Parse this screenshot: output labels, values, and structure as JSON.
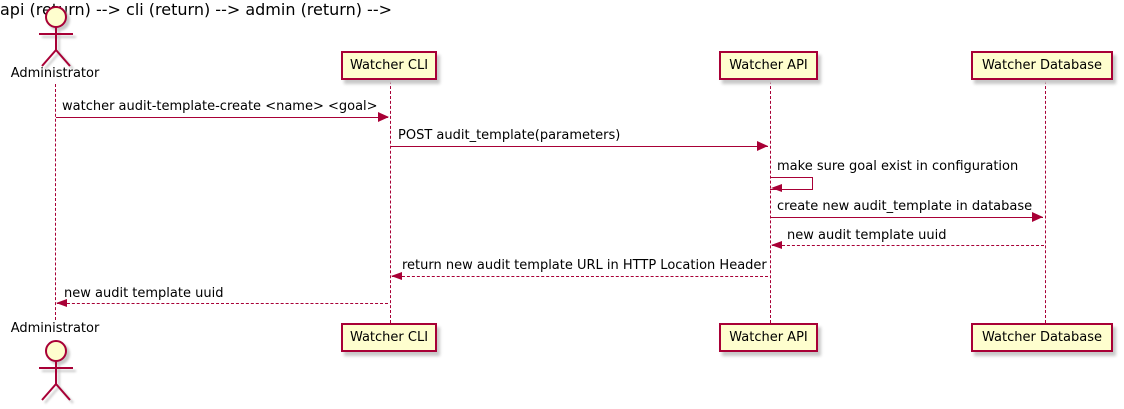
{
  "diagram_type": "uml-sequence",
  "colors": {
    "line": "#A80036",
    "participant_fill": "#FEFECE",
    "text": "#000000",
    "shadow": "#C8C8C8",
    "background": "#FFFFFF"
  },
  "actor": {
    "name": "Administrator"
  },
  "participants": [
    {
      "name": "Watcher CLI"
    },
    {
      "name": "Watcher API"
    },
    {
      "name": "Watcher Database"
    }
  ],
  "messages": [
    {
      "from": "Administrator",
      "to": "Watcher CLI",
      "label": "watcher audit-template-create <name> <goal>",
      "line": "solid",
      "direction": "right"
    },
    {
      "from": "Watcher CLI",
      "to": "Watcher API",
      "label": "POST audit_template(parameters)",
      "line": "solid",
      "direction": "right"
    },
    {
      "from": "Watcher API",
      "to": "Watcher API",
      "label": "make sure goal exist in configuration",
      "line": "solid",
      "direction": "self"
    },
    {
      "from": "Watcher API",
      "to": "Watcher Database",
      "label": "create new audit_template in database",
      "line": "solid",
      "direction": "right"
    },
    {
      "from": "Watcher Database",
      "to": "Watcher API",
      "label": "new audit template uuid",
      "line": "dashed",
      "direction": "left"
    },
    {
      "from": "Watcher API",
      "to": "Watcher CLI",
      "label": "return new audit template URL in HTTP Location Header",
      "line": "dashed",
      "direction": "left"
    },
    {
      "from": "Watcher CLI",
      "to": "Administrator",
      "label": "new audit template uuid",
      "line": "dashed",
      "direction": "left"
    }
  ]
}
